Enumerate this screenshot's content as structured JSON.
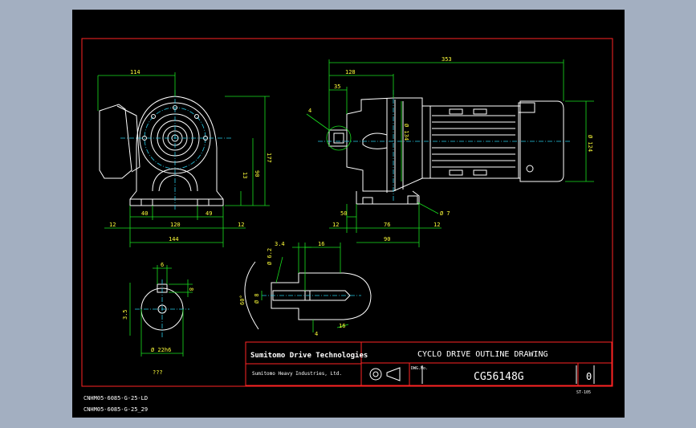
{
  "colors": {
    "background": "#a3afc1",
    "canvas": "#000000",
    "geometry": "#ffffff",
    "dimension": "#19e01f",
    "centerline": "#27c9e6",
    "frame": "#ff2424",
    "dim_text": "#ffff3a"
  },
  "dims": {
    "front": {
      "w114": "114",
      "h177": "177",
      "h90": "90",
      "h13": "13",
      "w40": "40",
      "w120": "120",
      "w49": "49",
      "w12a": "12",
      "w12b": "12",
      "w144": "144"
    },
    "side": {
      "w353": "353",
      "w128": "128",
      "w35": "35",
      "d134": "Ø 134",
      "d124": "Ø 124",
      "w12a": "12",
      "w50": "50",
      "w76": "76",
      "w12b": "12",
      "w90": "90",
      "tap": "Ø 7",
      "s4": "4"
    },
    "shaft": {
      "w6": "6",
      "h8": "8",
      "h3_5": "3.5",
      "d22": "Ø 22h6"
    },
    "detail": {
      "w3_4": "3.4",
      "w16": "16",
      "h6_2": "Ø 6.2",
      "h8": "Ø 8",
      "ang60": "60°",
      "n4": "4",
      "h16": "16"
    }
  },
  "notes": {
    "scale": "???"
  },
  "title_block": {
    "company": "Sumitomo Drive Technologies",
    "subsidiary": "Sumitomo Heavy Industries, Ltd.",
    "title": "CYCLO DRIVE OUTLINE DRAWING",
    "dwg_label": "DWG.No.",
    "dwg_no": "CG56148G",
    "rev": "0",
    "code": "ST-105"
  },
  "model_lines": [
    "CNHM05-6085-G-25-LD",
    "CNHM05-6085-G-25_29"
  ]
}
